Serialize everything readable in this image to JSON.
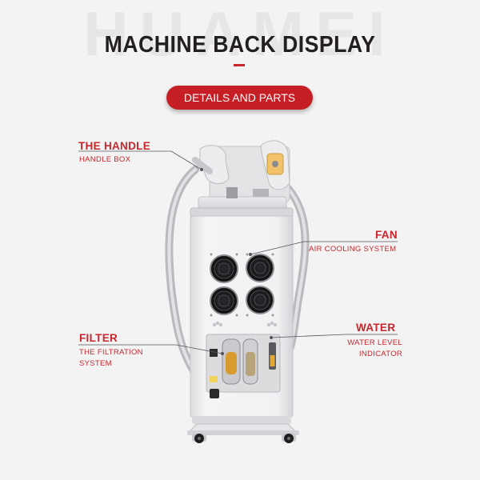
{
  "watermark": "HUAMEI",
  "title": "MACHINE BACK DISPLAY",
  "badge": "DETAILS AND PARTS",
  "labels": {
    "handle": {
      "title": "THE HANDLE",
      "sub": "HANDLE BOX"
    },
    "fan": {
      "title": "FAN",
      "sub": "AIR COOLING SYSTEM"
    },
    "filter": {
      "title": "FILTER",
      "sub": "THE FILTRATION SYSTEM"
    },
    "water": {
      "title": "WATER",
      "sub": "WATER LEVEL INDICATOR"
    }
  },
  "colors": {
    "accent": "#c8262b",
    "background": "#f3f3f4",
    "title": "#231f20"
  }
}
